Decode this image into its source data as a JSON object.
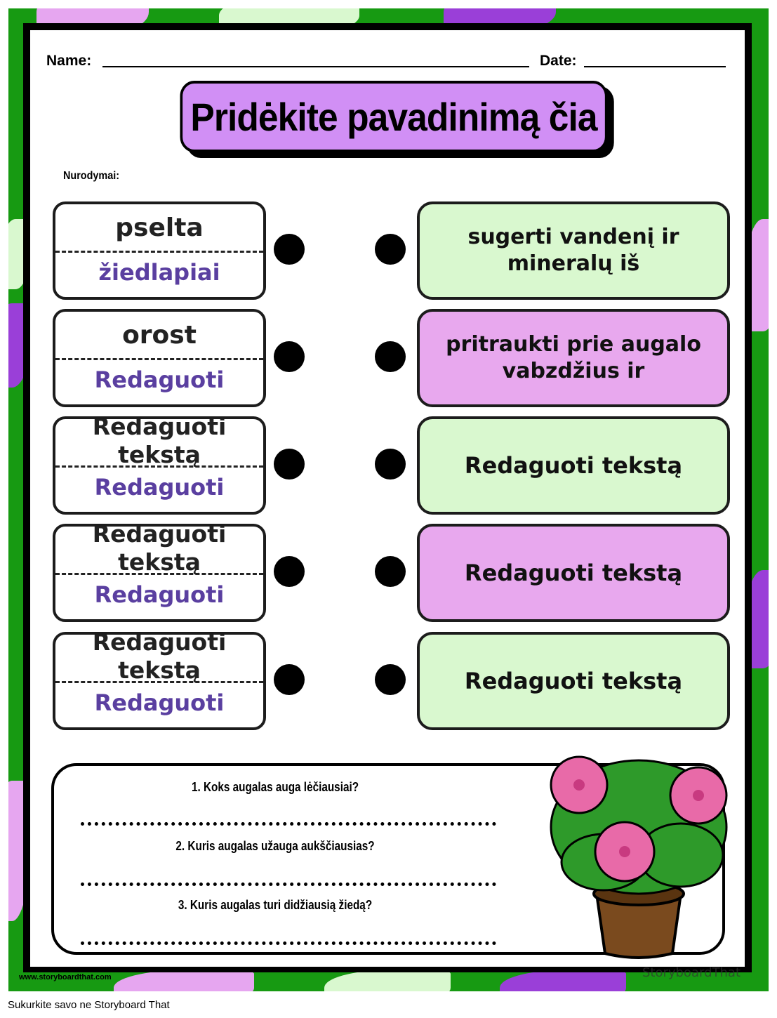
{
  "header": {
    "name_label": "Name:",
    "date_label": "Date:"
  },
  "title": "Pridėkite pavadinimą čia",
  "instructions_label": "Nurodymai:",
  "left_cards": [
    {
      "top": "pselta",
      "bottom": "žiedlapiai"
    },
    {
      "top": "orost",
      "bottom": "Redaguoti tekstą"
    },
    {
      "top": "Redaguoti tekstą",
      "bottom": "Redaguoti tekstą"
    },
    {
      "top": "Redaguoti tekstą",
      "bottom": "Redaguoti tekstą"
    },
    {
      "top": "Redaguoti tekstą",
      "bottom": "Redaguoti tekstą"
    }
  ],
  "right_cards": [
    {
      "text": "sugerti vandenį ir mineralų iš",
      "color": "#d9f8cf"
    },
    {
      "text": "pritraukti prie augalo vabzdžius ir",
      "color": "#e8a8ee"
    },
    {
      "text": "Redaguoti tekstą",
      "color": "#d9f8cf"
    },
    {
      "text": "Redaguoti tekstą",
      "color": "#e8a8ee"
    },
    {
      "text": "Redaguoti tekstą",
      "color": "#d9f8cf"
    }
  ],
  "questions": [
    "1. Koks augalas auga lėčiausiai?",
    "2. Kuris augalas užauga aukščiausias?",
    "3. Kuris augalas turi didžiausią žiedą?"
  ],
  "footer": {
    "website": "www.storyboardthat.com",
    "brand": "StoryboardThat",
    "caption": "Sukurkite savo ne Storyboard That"
  }
}
